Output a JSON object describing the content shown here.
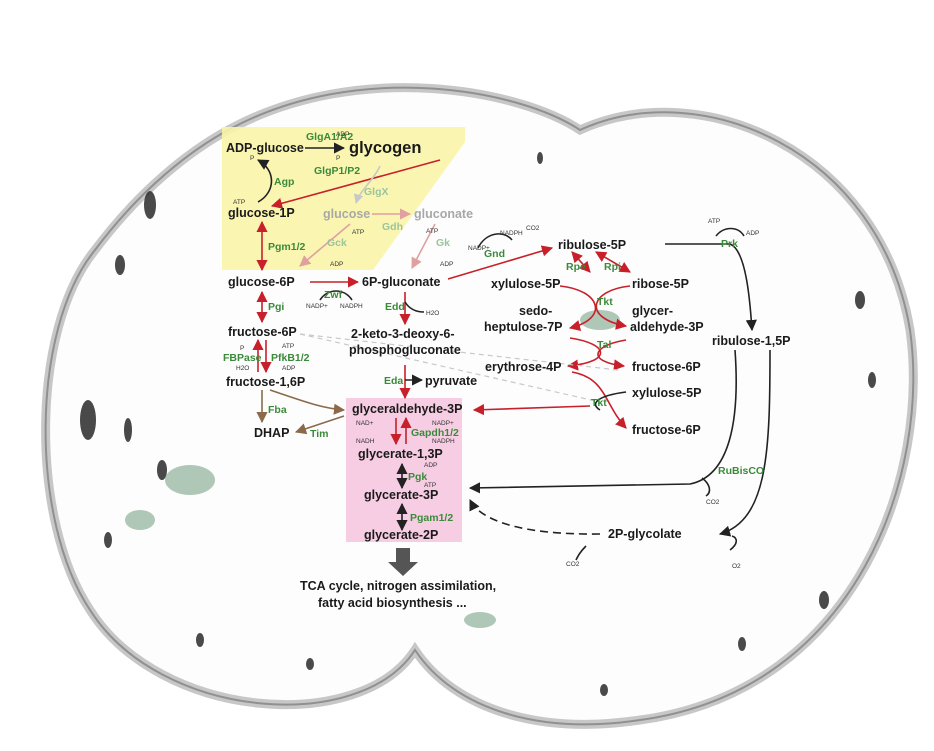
{
  "metabolites": {
    "adp_glucose": "ADP-glucose",
    "glycogen": "glycogen",
    "glucose_1p": "glucose-1P",
    "glucose": "glucose",
    "gluconate": "gluconate",
    "glucose_6p": "glucose-6P",
    "six_p_gluconate": "6P-gluconate",
    "fructose_6p_left": "fructose-6P",
    "fructose_16p": "fructose-1,6P",
    "dhap": "DHAP",
    "kdpg_line1": "2-keto-3-deoxy-6-",
    "kdpg_line2": "phosphogluconate",
    "pyruvate": "pyruvate",
    "gap": "glyceraldehyde-3P",
    "glycerate_13p": "glycerate-1,3P",
    "glycerate_3p": "glycerate-3P",
    "glycerate_2p": "glycerate-2P",
    "ribulose_5p": "ribulose-5P",
    "xylulose_5p_top": "xylulose-5P",
    "ribose_5p": "ribose-5P",
    "sedo_line1": "sedo-",
    "sedo_line2": "heptulose-7P",
    "glycer_line1": "glycer-",
    "glycer_line2": "aldehyde-3P",
    "erythrose_4p": "erythrose-4P",
    "fructose_6p_right1": "fructose-6P",
    "xylulose_5p_bottom": "xylulose-5P",
    "fructose_6p_right2": "fructose-6P",
    "ribulose_15p": "ribulose-1,5P",
    "two_p_glycolate": "2P-glycolate"
  },
  "enzymes": {
    "glga": "GlgA1/A2",
    "glgp": "GlgP1/P2",
    "glgx": "GlgX",
    "agp": "Agp",
    "pgm": "Pgm1/2",
    "gck": "Gck",
    "gdh": "Gdh",
    "gk": "Gk",
    "zwf": "Zwf",
    "gnd": "Gnd",
    "rpe": "Rpe",
    "rpi": "Rpi",
    "tkt_top": "Tkt",
    "tal": "Tal",
    "tkt_bottom": "Tkt",
    "prk": "Prk",
    "pgi": "Pgi",
    "fbpase": "FBPase",
    "pfkb": "PfkB1/2",
    "edd": "Edd",
    "eda": "Eda",
    "fba": "Fba",
    "tim": "Tim",
    "gapdh": "Gapdh1/2",
    "pgk": "Pgk",
    "pgam": "Pgam1/2",
    "rubisco": "RuBisCO"
  },
  "cofactors": {
    "adp_glga": "ADP",
    "p_glgp": "P",
    "atp_agp": "ATP",
    "p_agp": "P",
    "atp_gck": "ATP",
    "adp_gck": "ADP",
    "atp_gk": "ATP",
    "adp_gk": "ADP",
    "nadp_zwf": "NADP+",
    "nadph_zwf": "NADPH",
    "nadp_gnd": "NADP+",
    "nadph_gnd": "NADPH",
    "co2_gnd": "CO2",
    "h2o_edd": "H2O",
    "atp_prk": "ATP",
    "adp_prk": "ADP",
    "p_fbp": "P",
    "h2o_fbp": "H2O",
    "atp_pfk": "ATP",
    "adp_pfk": "ADP",
    "nad_gapdh": "NAD+",
    "nadp_gapdh": "NADP+",
    "nadh_gapdh": "NADH",
    "nadph_gapdh": "NADPH",
    "adp_pgk": "ADP",
    "atp_pgk": "ATP",
    "co2_rubisco": "CO2",
    "co2_glycolate": "CO2",
    "o2_glycolate": "O2"
  },
  "footer": {
    "line1": "TCA cycle, nitrogen assimilation,",
    "line2": "fatty acid biosynthesis ..."
  },
  "colors": {
    "red_arrow": "#c8202a",
    "brown_arrow": "#8a6a4a",
    "dark_arrow": "#222222",
    "faded_arrow": "#e0a0a0",
    "enzyme_green": "#3a8a3a",
    "glycogen_box": "#faf5a8",
    "glycolysis_box": "#f6c8e0",
    "cell_outline": "#8a8a8a"
  }
}
